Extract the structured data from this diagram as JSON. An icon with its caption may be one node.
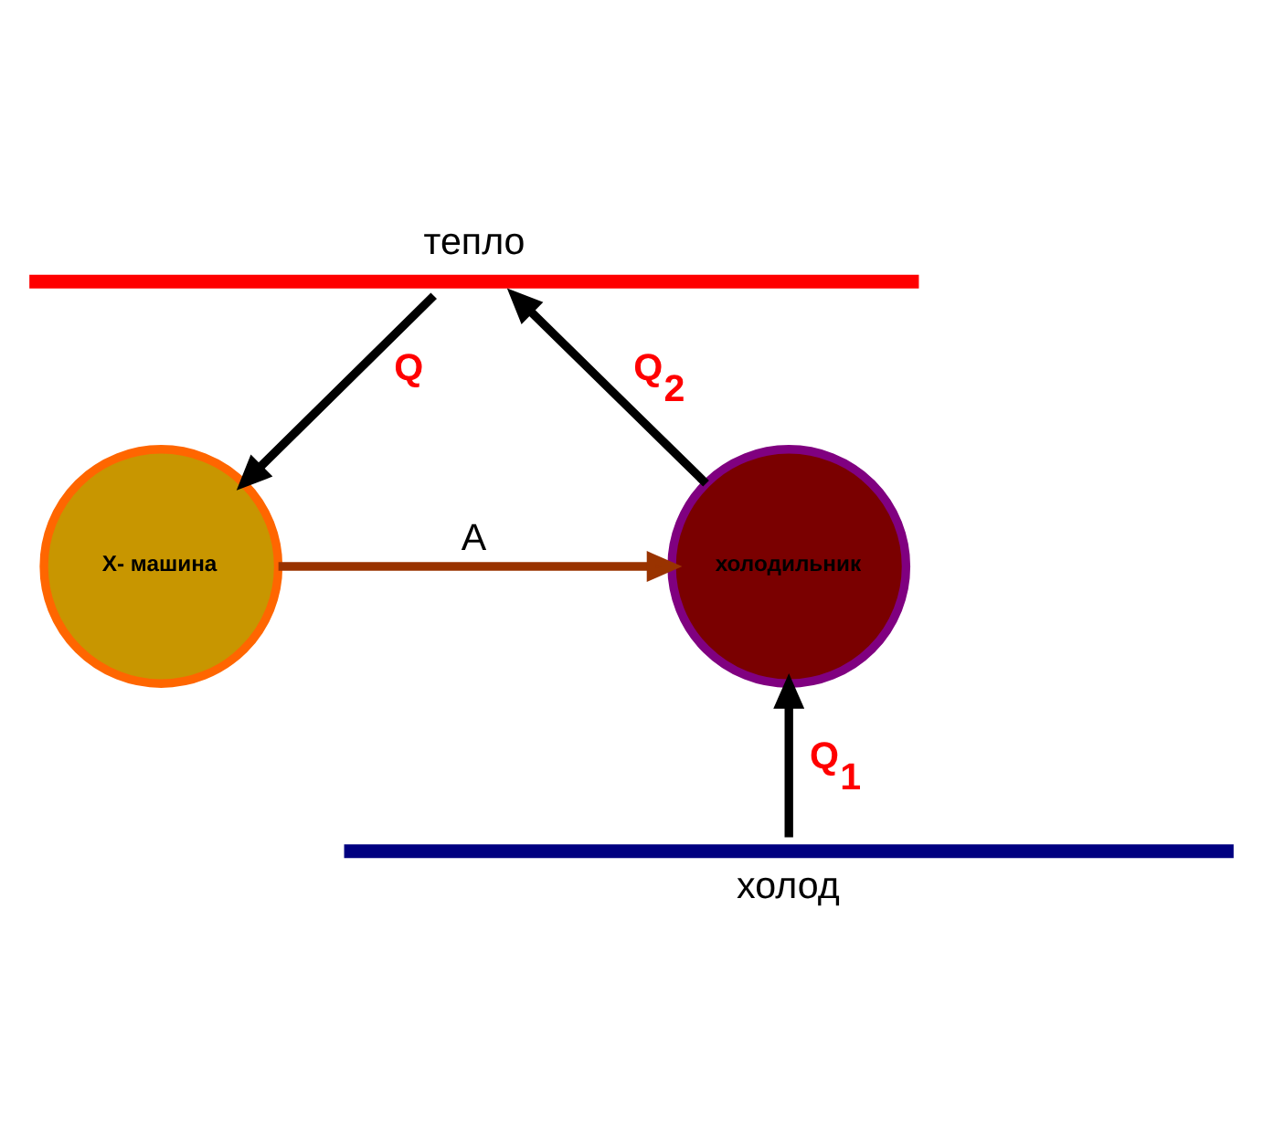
{
  "diagram": {
    "nodes": [
      {
        "text": [
          "тепло"
        ]
      },
      {
        "text": [
          "X- машина"
        ]
      },
      {
        "text": [
          "холодильник"
        ]
      },
      {
        "text": [
          "холод"
        ]
      }
    ],
    "edges": [
      {
        "from": 0,
        "to": 1,
        "arrow": "to",
        "label": "Q"
      },
      {
        "from": 2,
        "to": 0,
        "arrow": "to",
        "label": "Q$_{2}$"
      },
      {
        "from": 1,
        "to": 2,
        "arrow": "to",
        "label": "A",
        "color": "#993300"
      },
      {
        "from": 3,
        "to": 2,
        "arrow": "to",
        "label": "Q$_{1}$"
      }
    ]
  }
}
